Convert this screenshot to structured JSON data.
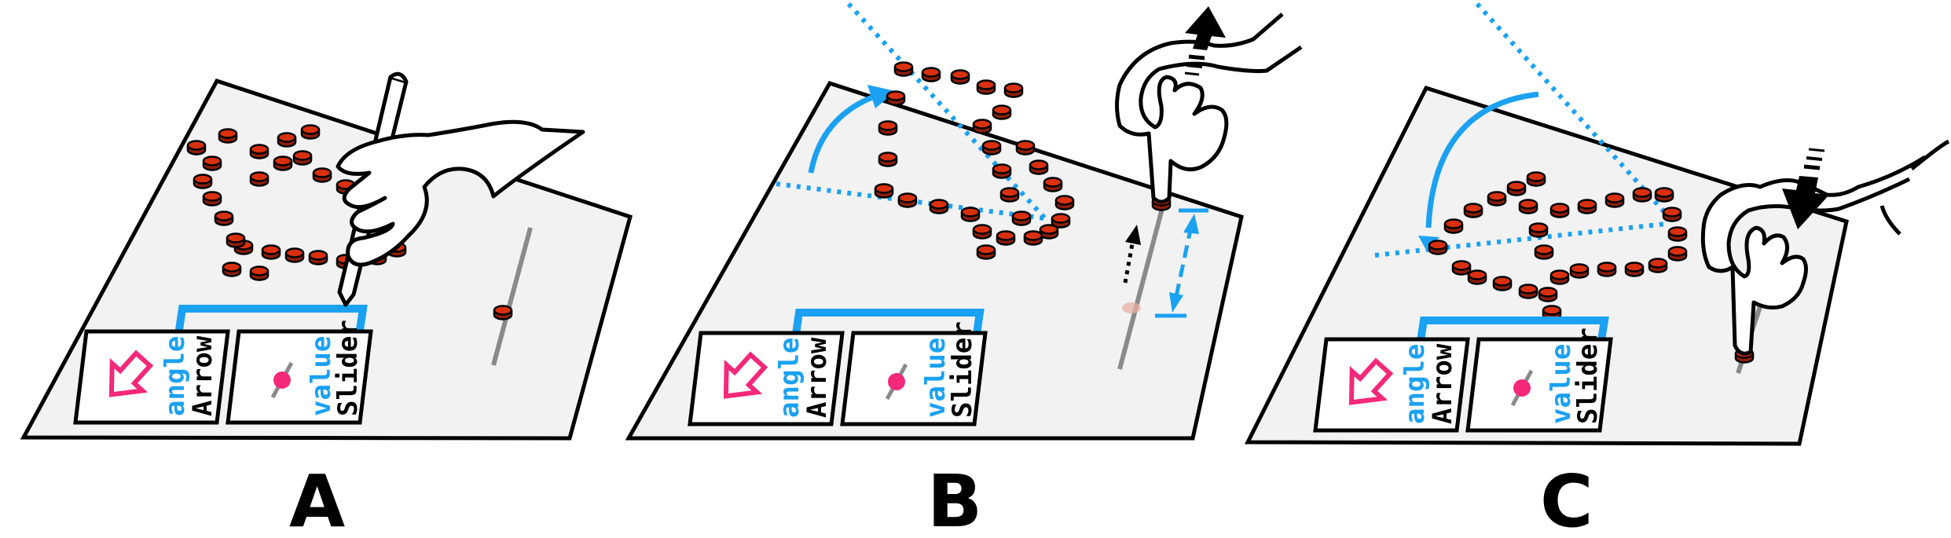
{
  "panels": [
    {
      "id": "A",
      "label": "A",
      "card_arrow": {
        "binding": "angle",
        "name": "Arrow"
      },
      "card_slider": {
        "binding": "value",
        "name": "Slider"
      }
    },
    {
      "id": "B",
      "label": "B",
      "card_arrow": {
        "binding": "angle",
        "name": "Arrow"
      },
      "card_slider": {
        "binding": "value",
        "name": "Slider"
      }
    },
    {
      "id": "C",
      "label": "C",
      "card_arrow": {
        "binding": "angle",
        "name": "Arrow"
      },
      "card_slider": {
        "binding": "value",
        "name": "Slider"
      }
    }
  ],
  "colors": {
    "token": "#d8300f",
    "accent_blue": "#1ba1f2",
    "arrow_pink": "#f5287a",
    "surface": "#f2f2f2",
    "outline": "#000000"
  },
  "icons": [
    "arrow-icon",
    "slider-icon",
    "hand-icon",
    "pen-icon",
    "motion-arrow-icon"
  ]
}
